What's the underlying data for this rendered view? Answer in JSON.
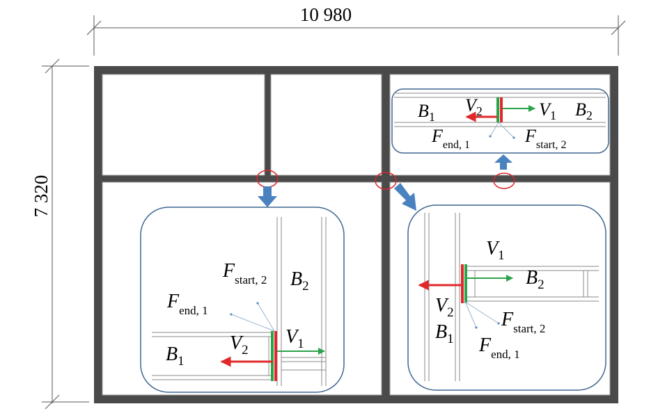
{
  "dimensions": {
    "width_label": "10 980",
    "height_label": "7 320"
  },
  "labels": {
    "B1": "B",
    "B2": "B",
    "V1": "V",
    "V2": "V",
    "F": "F",
    "sub_1": "1",
    "sub_2": "2",
    "sub_end_1": "end, 1",
    "sub_start_2": "start, 2"
  },
  "colors": {
    "wall": "#4a4a4a",
    "callout_border": "#3f6690",
    "arrow_blue": "#4a82c0",
    "force_red": "#e0282a",
    "force_green": "#2aa34a",
    "marker_red": "#d9262b",
    "node_blue": "#5b8dc6"
  }
}
